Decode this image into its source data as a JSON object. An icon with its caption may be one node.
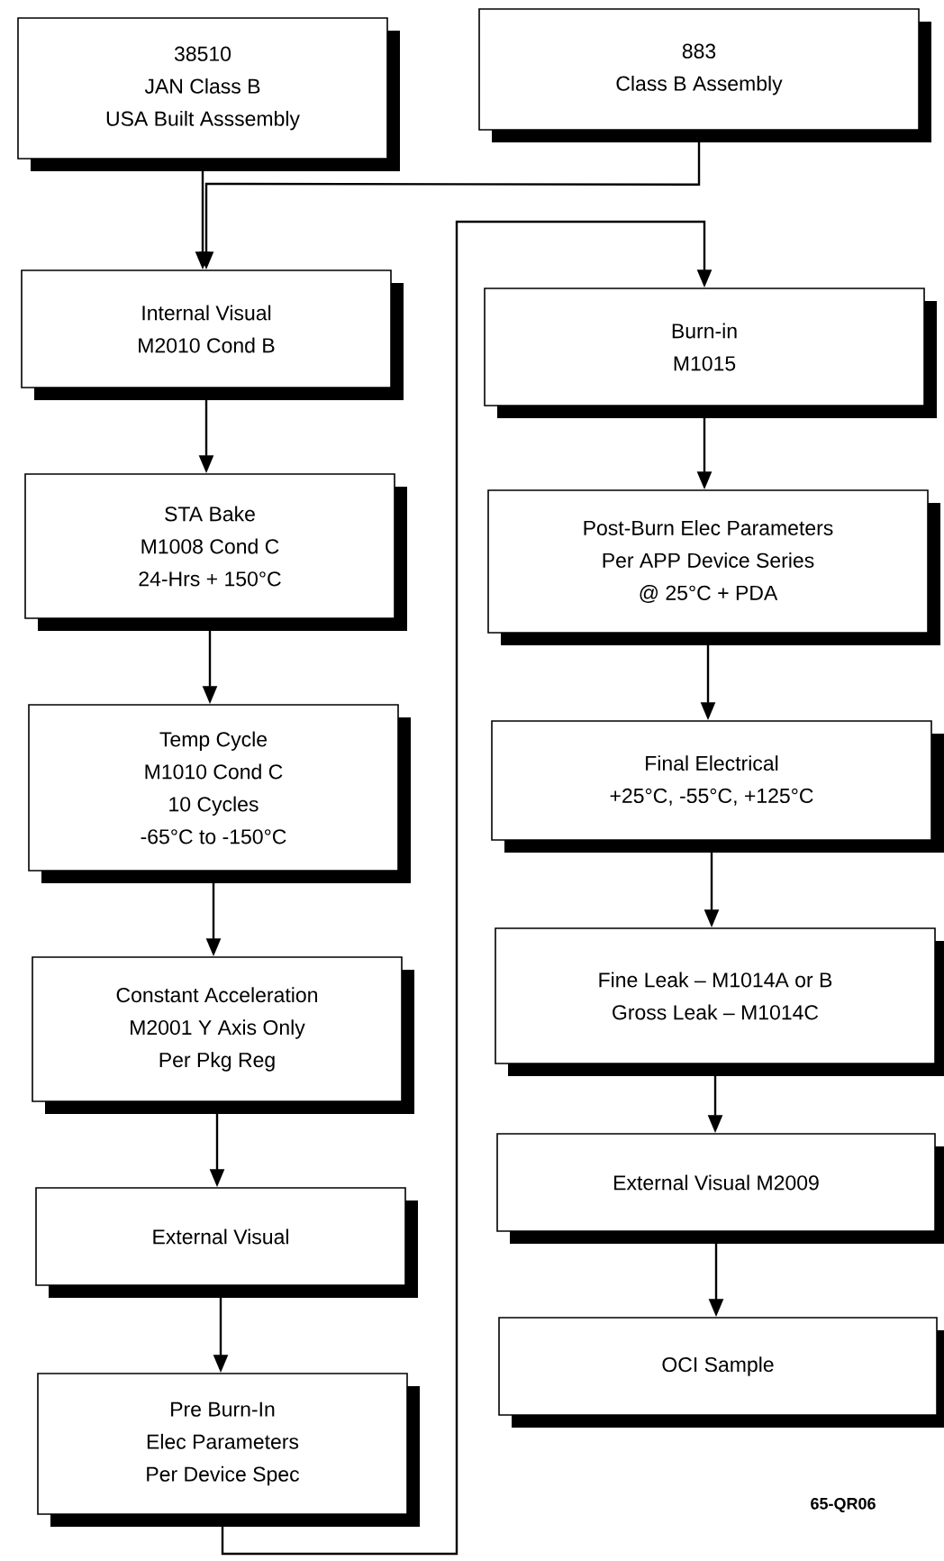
{
  "diagram": {
    "nodes": [
      {
        "text": [
          "38510",
          "JAN Class B",
          "USA Built Asssembly"
        ]
      },
      {
        "text": [
          "883",
          "Class B Assembly"
        ]
      },
      {
        "text": [
          "Internal Visual",
          "M2010 Cond B"
        ]
      },
      {
        "text": [
          "STA Bake",
          "M1008 Cond C",
          "24-Hrs + 150°C"
        ]
      },
      {
        "text": [
          "Temp Cycle",
          "M1010 Cond C",
          "10 Cycles",
          "-65°C to -150°C"
        ]
      },
      {
        "text": [
          "Constant Acceleration",
          "M2001 Y Axis Only",
          "Per Pkg Reg"
        ]
      },
      {
        "text": [
          "External Visual"
        ]
      },
      {
        "text": [
          "Pre Burn-In",
          "Elec Parameters",
          "Per Device Spec"
        ]
      },
      {
        "text": [
          "Burn-in",
          "M1015"
        ]
      },
      {
        "text": [
          "Post-Burn Elec Parameters",
          "Per APP Device Series",
          "@ 25°C + PDA"
        ]
      },
      {
        "text": [
          "Final Electrical",
          "+25°C, -55°C, +125°C"
        ]
      },
      {
        "text": [
          "Fine Leak – M1014A or B",
          "Gross Leak – M1014C"
        ]
      },
      {
        "text": [
          "External Visual M2009"
        ]
      },
      {
        "text": [
          "OCI Sample"
        ]
      }
    ],
    "edges": [
      {
        "from": 0,
        "to": 2,
        "arrow": "to"
      },
      {
        "from": 1,
        "to": 2,
        "arrow": "to"
      },
      {
        "from": 2,
        "to": 3,
        "arrow": "to"
      },
      {
        "from": 3,
        "to": 4,
        "arrow": "to"
      },
      {
        "from": 4,
        "to": 5,
        "arrow": "to"
      },
      {
        "from": 5,
        "to": 6,
        "arrow": "to"
      },
      {
        "from": 6,
        "to": 7,
        "arrow": "to"
      },
      {
        "from": 7,
        "to": 8,
        "arrow": "to"
      },
      {
        "from": 8,
        "to": 9,
        "arrow": "to"
      },
      {
        "from": 9,
        "to": 10,
        "arrow": "to"
      },
      {
        "from": 10,
        "to": 11,
        "arrow": "to"
      },
      {
        "from": 11,
        "to": 12,
        "arrow": "to"
      },
      {
        "from": 12,
        "to": 13,
        "arrow": "to"
      }
    ],
    "labels": [
      "65-QR06"
    ]
  }
}
